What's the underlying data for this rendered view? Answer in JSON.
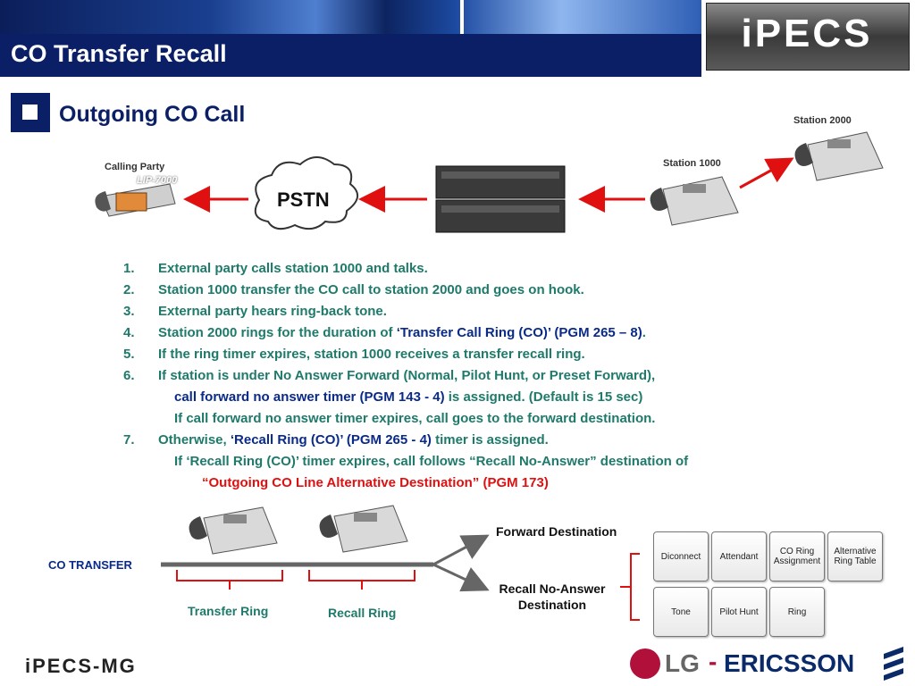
{
  "header": {
    "title": "CO Transfer Recall",
    "logo_text": "iPECS"
  },
  "section": {
    "heading": "Outgoing CO Call"
  },
  "diagram": {
    "calling_party_label": "Calling Party",
    "calling_party_model": "LIP-7000",
    "pstn_label": "PSTN",
    "station_1000_label": "Station 1000",
    "station_2000_label": "Station 2000"
  },
  "steps": [
    {
      "num": "1.",
      "text": "External party calls station 1000 and talks."
    },
    {
      "num": "2.",
      "text": "Station 1000 transfer the CO call to station 2000 and goes on hook."
    },
    {
      "num": "3.",
      "text": "External party hears ring-back tone."
    },
    {
      "num": "4.",
      "pre": "Station 2000 rings for the duration of ",
      "highlight": "‘Transfer Call Ring (CO)’ (PGM 265 – 8)",
      "post": "."
    },
    {
      "num": "5.",
      "text": "If the ring timer expires, station 1000 receives a transfer recall ring."
    },
    {
      "num": "6.",
      "text": "If station is under No Answer Forward (Normal, Pilot Hunt, or Preset Forward),"
    },
    {
      "highlight": "call forward no answer timer (PGM 143 - 4)",
      "post": " is assigned. (Default is 15 sec)"
    },
    {
      "text": "If call forward no answer timer expires, call goes to the forward destination."
    },
    {
      "num": "7.",
      "pre": "Otherwise, ",
      "highlight": "‘Recall Ring (CO)’ (PGM 265 - 4)",
      "post": " timer is assigned."
    },
    {
      "text": "If ‘Recall Ring (CO)’ timer expires, call follows “Recall No-Answer” destination of"
    },
    {
      "red": "“Outgoing CO Line Alternative Destination” (PGM 173)"
    }
  ],
  "timeline": {
    "co_transfer_label": "CO TRANSFER",
    "transfer_ring_label": "Transfer Ring",
    "recall_ring_label": "Recall Ring",
    "forward_destination_label": "Forward Destination",
    "recall_no_answer_label_1": "Recall No-Answer",
    "recall_no_answer_label_2": "Destination"
  },
  "destination_options": {
    "row1": [
      "Diconnect",
      "Attendant",
      "CO Ring Assignment",
      "Alternative Ring Table"
    ],
    "row2": [
      "Tone",
      "Pilot Hunt",
      "Ring"
    ]
  },
  "footer": {
    "left_logo": "iPECS-MG",
    "right_logo_lg": "LG",
    "right_logo_dash": "-",
    "right_logo_ericsson": "ERICSSON"
  },
  "colors": {
    "navy": "#0a1f66",
    "step_text": "#1e7a6a",
    "highlight_blue": "#0a2a8a",
    "arrow_red": "#e01010",
    "lg_red": "#b0103a"
  }
}
